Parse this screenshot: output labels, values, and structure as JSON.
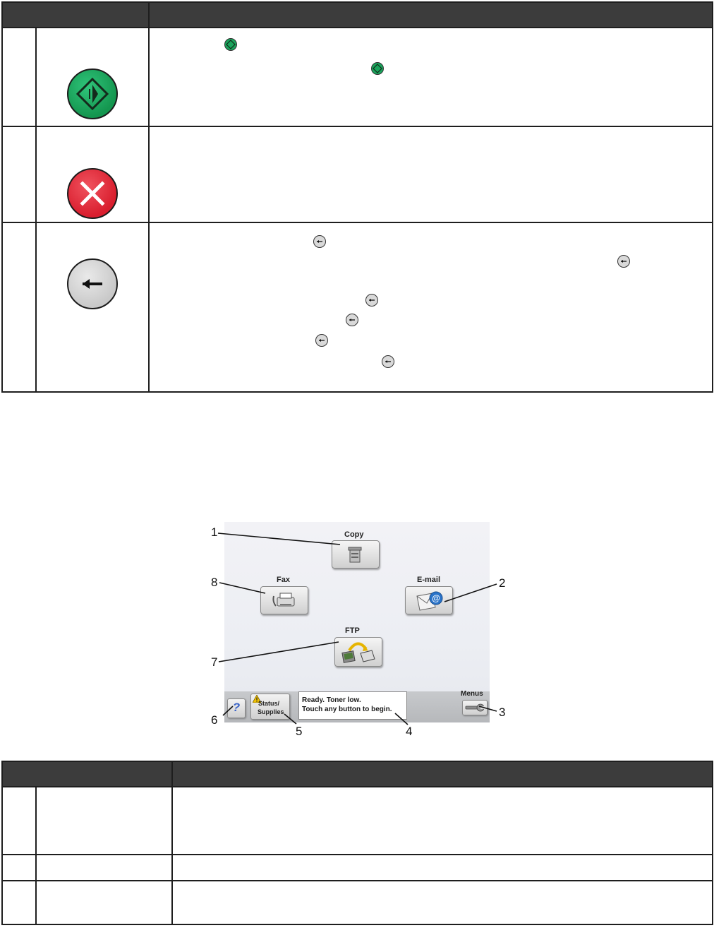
{
  "screen": {
    "tiles": {
      "copy": "Copy",
      "fax": "Fax",
      "email": "E-mail",
      "ftp": "FTP"
    },
    "status_supplies_line1": "Status/",
    "status_supplies_line2": "Supplies",
    "message_line1": "Ready. Toner low.",
    "message_line2": "Touch any button to begin.",
    "menus": "Menus",
    "help_glyph": "?"
  },
  "callouts": [
    "1",
    "2",
    "3",
    "4",
    "5",
    "6",
    "7",
    "8"
  ],
  "colors": {
    "header": "#3c3c3c",
    "start": "#1aa45c",
    "stop": "#d91e2e",
    "back": "#d9d9d9"
  }
}
